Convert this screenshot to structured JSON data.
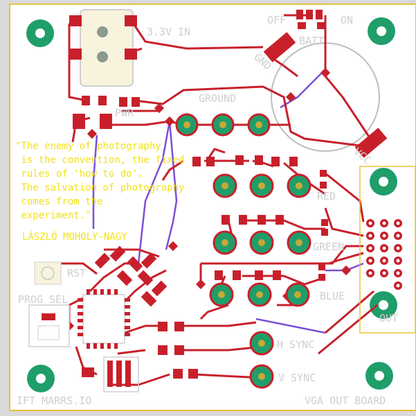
{
  "labels": {
    "power_in": "3.3V IN",
    "off": "OFF",
    "on": "ON",
    "batt": "BATT",
    "gnd": "GND",
    "vcc": "VCC",
    "pwr": "PWR",
    "ground": "GROUND",
    "red": "RED",
    "green": "GREEN",
    "blue": "BLUE",
    "rst": "RST",
    "prog_sel": "PROG SEL",
    "h_sync": "H SYNC",
    "v_sync": "V SYNC",
    "out": "OUT",
    "brand": "IFT MARRS.IO",
    "board_name": "VGA OUT BOARD"
  },
  "quote": {
    "lines": [
      "\"The enemy of photography",
      " is the convention, the fixed",
      " rules of 'how to do'.",
      " The salvation of photography",
      " comes from the",
      " experiment.\""
    ],
    "author": "LÁSZLÓ MOHOLY-NAGY"
  },
  "colors": {
    "board": "#ffffff",
    "trace": "#c8202b",
    "pad": "#c8202b",
    "via_ring": "#c8a838",
    "mount": "#1f9e6a",
    "mount_inner": "#ffffff",
    "silkscreen": "#cfcfcf",
    "quote_text": "#f2e21a",
    "back_trace": "#7b4fd6",
    "outline": "#e8c23a"
  }
}
